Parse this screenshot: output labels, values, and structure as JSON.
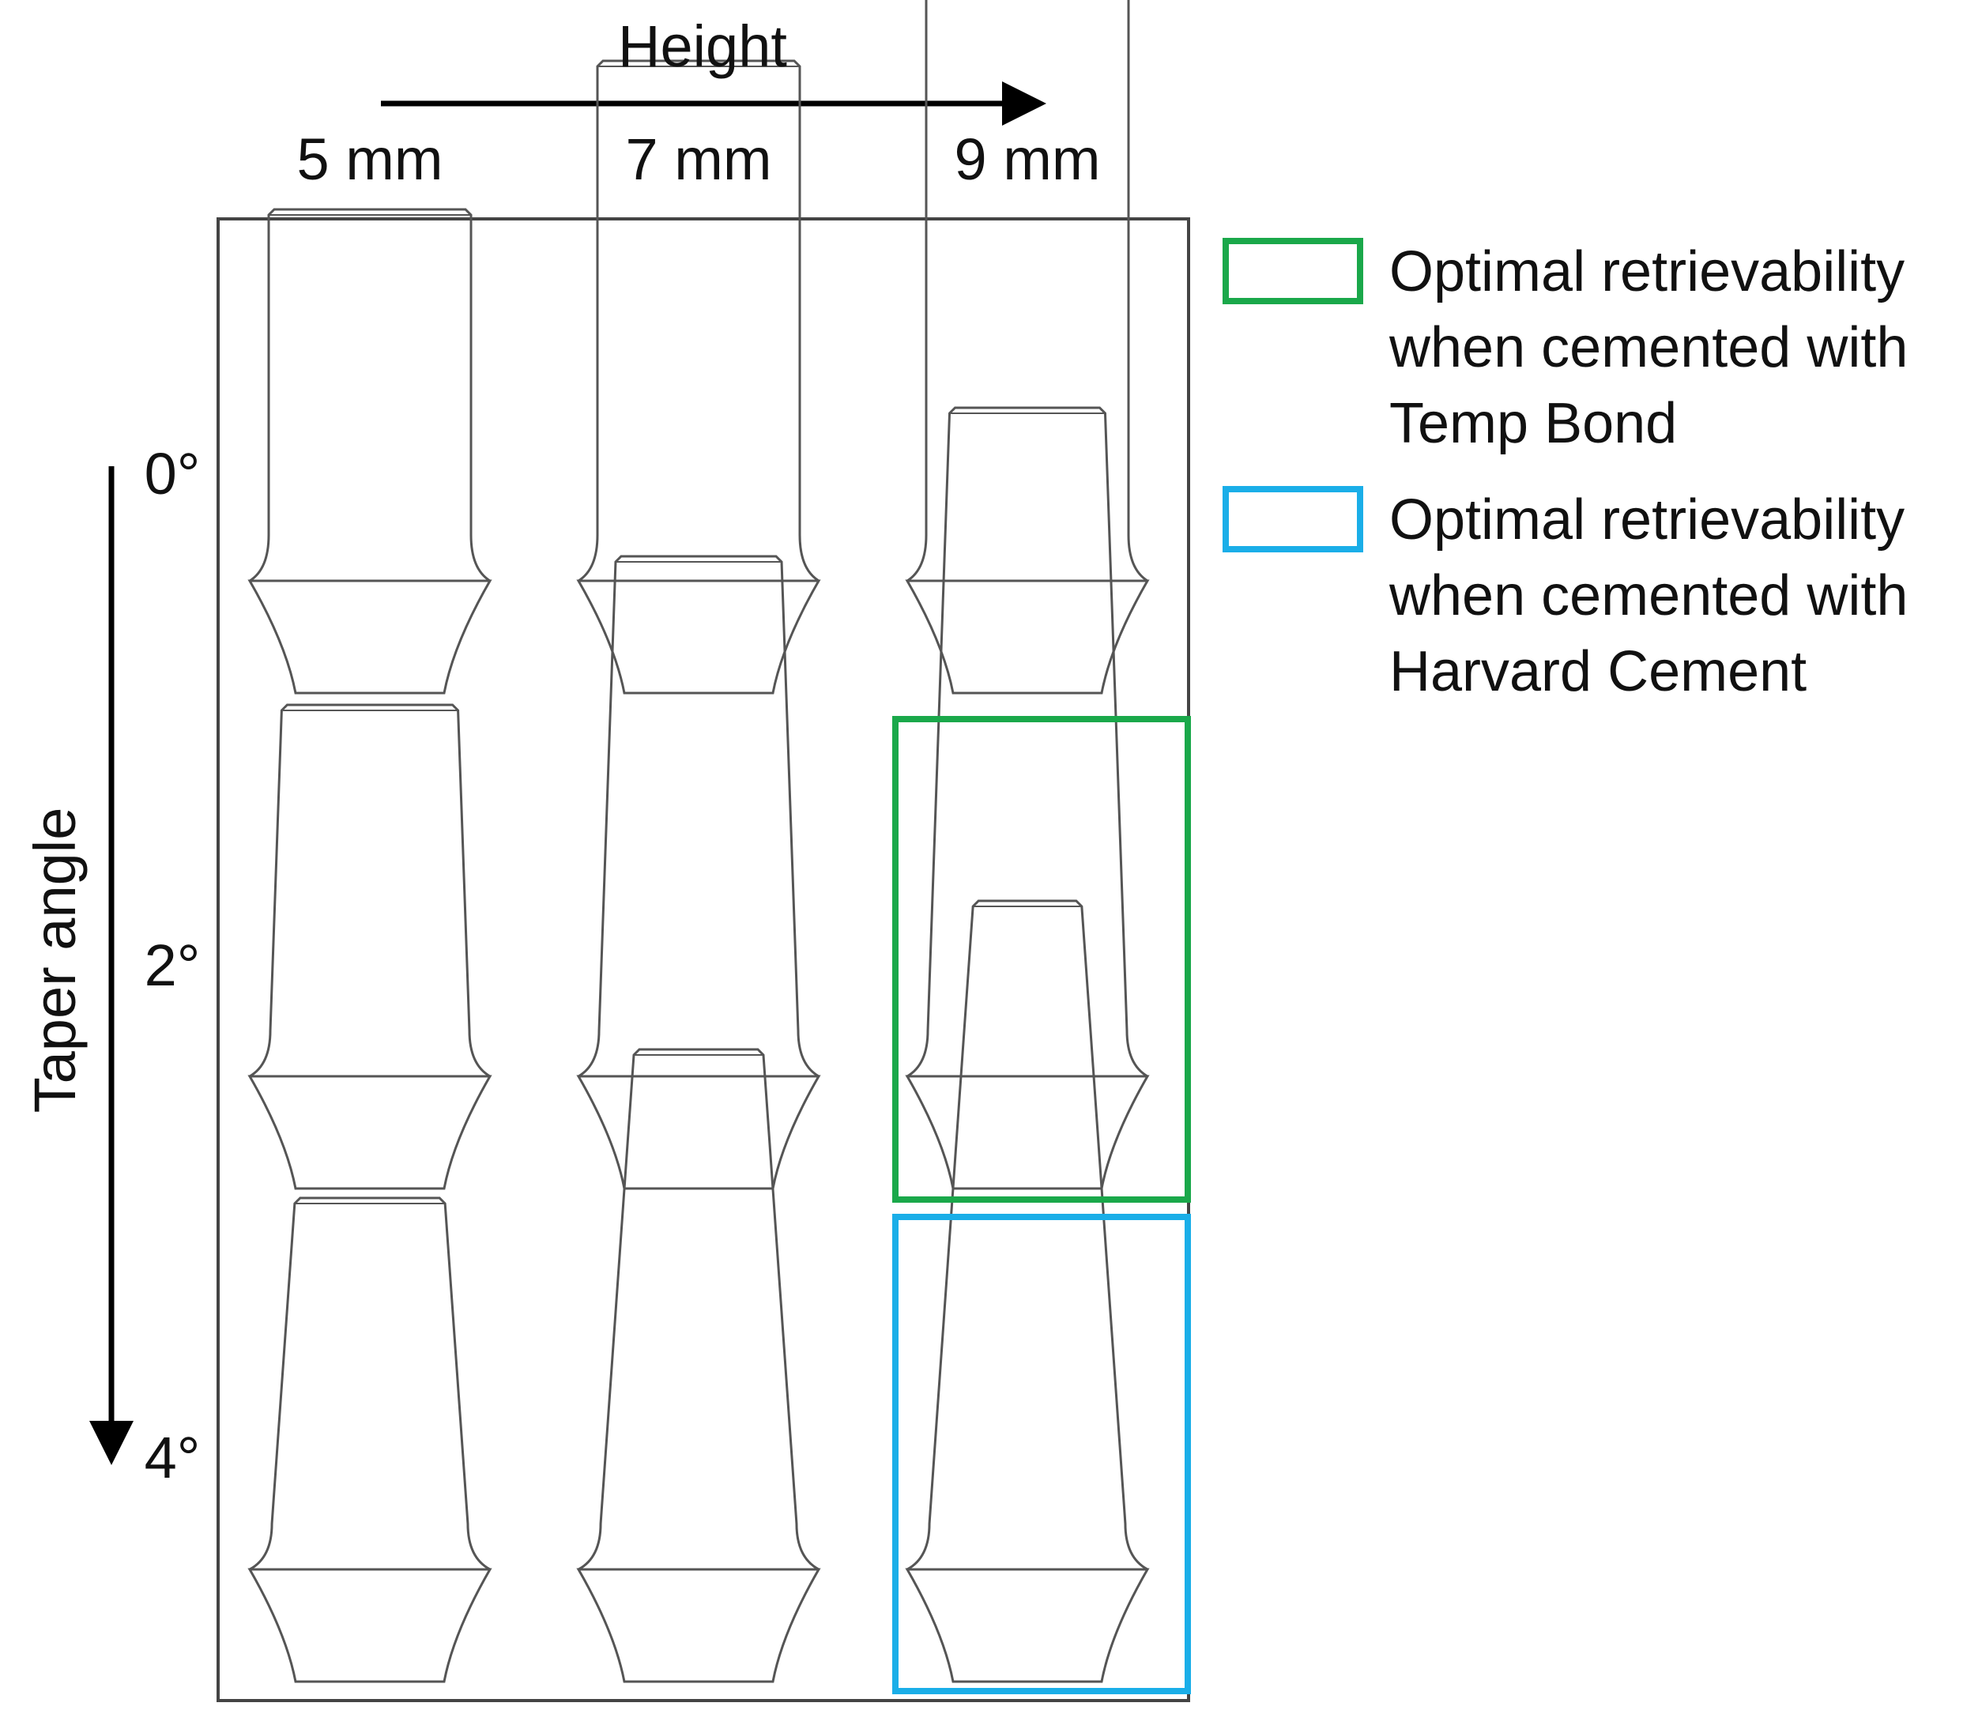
{
  "height_axis": {
    "title": "Height",
    "columns": [
      "5 mm",
      "7 mm",
      "9 mm"
    ]
  },
  "taper_axis": {
    "title": "Taper angle",
    "rows": [
      "0°",
      "2°",
      "4°"
    ]
  },
  "abutments": {
    "heights_mm": [
      5,
      7,
      9
    ],
    "taper_deg": [
      0,
      2,
      4
    ]
  },
  "highlights": [
    {
      "height_mm": 9,
      "taper_deg": 2,
      "color": "#1aa84a",
      "legend": "temp_bond"
    },
    {
      "height_mm": 9,
      "taper_deg": 4,
      "color": "#1aaee8",
      "legend": "harvard"
    }
  ],
  "legend": {
    "temp_bond": {
      "color": "#1aa84a",
      "lines": [
        "Optimal retrievability",
        "when cemented with",
        "Temp Bond"
      ]
    },
    "harvard": {
      "color": "#1aaee8",
      "lines": [
        "Optimal retrievability",
        "when cemented with",
        "Harvard Cement"
      ]
    }
  },
  "colors": {
    "outline": "#555555",
    "frame": "#444444",
    "arrow": "#000000"
  }
}
